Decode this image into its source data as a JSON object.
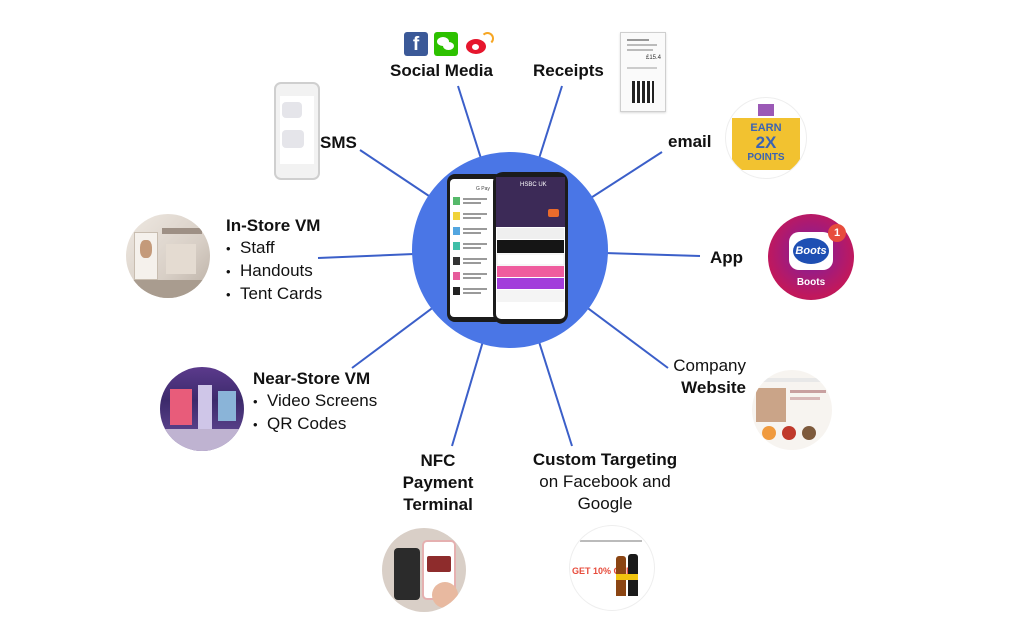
{
  "hub": {
    "phone_left": "G Pay",
    "phone_right": "HSBC UK"
  },
  "channels": {
    "social_media": {
      "title": "Social Media",
      "icons": [
        "facebook-icon",
        "wechat-icon",
        "weibo-icon"
      ]
    },
    "receipts": {
      "title": "Receipts",
      "receipt_total": "£15.4"
    },
    "email": {
      "title": "email",
      "promo": [
        "EARN",
        "2X",
        "POINTS"
      ]
    },
    "app": {
      "title": "App",
      "app_name": "Boots",
      "badge": "1"
    },
    "company_website": {
      "line1": "Company",
      "line2": "Website"
    },
    "custom_targeting": {
      "line1": "Custom Targeting",
      "line2": "on Facebook and",
      "line3": "Google",
      "ad_text": "GET 10% OFF"
    },
    "nfc": {
      "line1": "NFC",
      "line2": "Payment",
      "line3": "Terminal"
    },
    "near_store": {
      "title": "Near-Store VM",
      "items": [
        "Video Screens",
        "QR Codes"
      ]
    },
    "in_store": {
      "title": "In-Store VM",
      "items": [
        "Staff",
        "Handouts",
        "Tent Cards"
      ]
    },
    "sms": {
      "title": "SMS"
    }
  },
  "colors": {
    "hub": "#4a76e6",
    "line": "#3b5fc9",
    "app_bg": "#2d4fb5",
    "badge": "#e74c3c"
  }
}
